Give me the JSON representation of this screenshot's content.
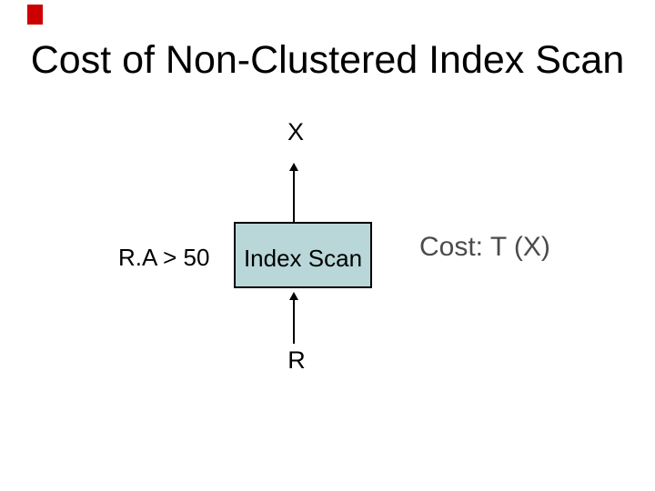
{
  "slide": {
    "title": "Cost of Non-Clustered Index Scan",
    "diagram": {
      "output_label": "X",
      "operator_box_label": "Index Scan",
      "predicate_label": "R.A > 50",
      "cost_label": "Cost: T (X)",
      "input_label": "R"
    },
    "colors": {
      "accent_red": "#cc0000",
      "operator_box_fill": "#b9d7d9",
      "operator_box_border": "#000000",
      "cost_text": "#4b4b4b",
      "title_text": "#000000",
      "background": "#ffffff"
    }
  }
}
